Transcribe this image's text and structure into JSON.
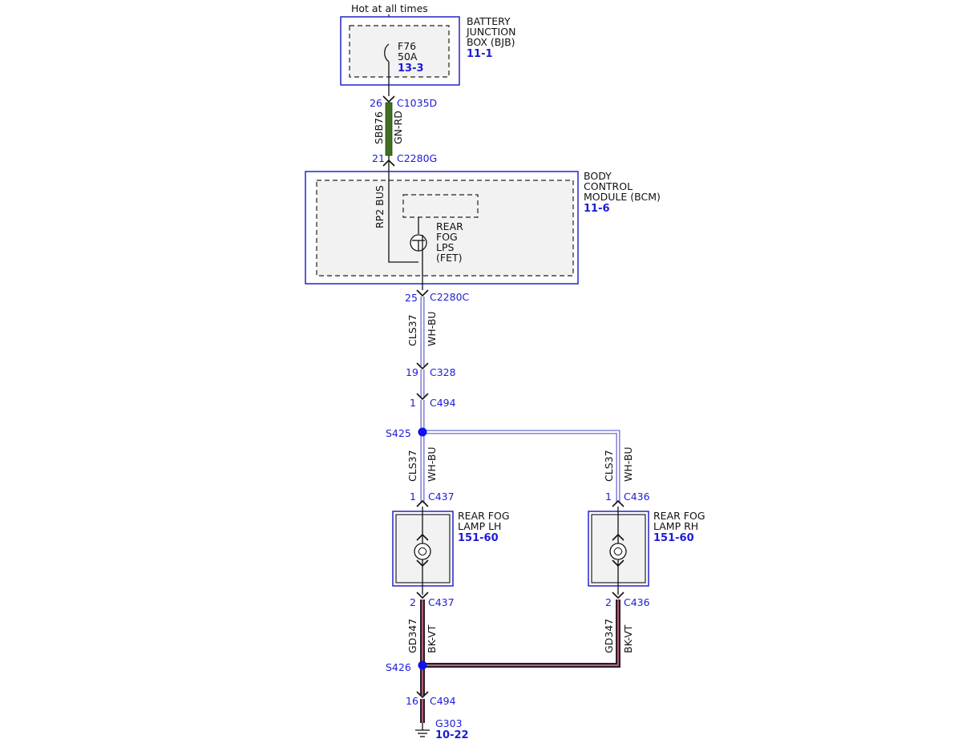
{
  "power": {
    "label": "Hot at all times"
  },
  "bjb": {
    "name_lines": [
      "BATTERY",
      "JUNCTION",
      "BOX (BJB)"
    ],
    "ref": "11-1",
    "fuse": {
      "id": "F76",
      "rating": "50A",
      "ref": "13-3"
    }
  },
  "bcm": {
    "name_lines": [
      "BODY",
      "CONTROL",
      "MODULE (BCM)"
    ],
    "ref": "11-6",
    "bus_label": "RP2 BUS",
    "output_lines": [
      "REAR",
      "FOG",
      "LPS",
      "(FET)"
    ]
  },
  "connectors": {
    "c1035d": {
      "pin": "26",
      "name": "C1035D"
    },
    "c2280g": {
      "pin": "21",
      "name": "C2280G"
    },
    "c2280c": {
      "pin": "25",
      "name": "C2280C"
    },
    "c328": {
      "pin": "19",
      "name": "C328"
    },
    "c494_top": {
      "pin": "1",
      "name": "C494"
    },
    "c437_top": {
      "pin": "1",
      "name": "C437"
    },
    "c436_top": {
      "pin": "1",
      "name": "C436"
    },
    "c437_bot": {
      "pin": "2",
      "name": "C437"
    },
    "c436_bot": {
      "pin": "2",
      "name": "C436"
    },
    "c494_bot": {
      "pin": "16",
      "name": "C494"
    }
  },
  "wires": {
    "sbb76": {
      "circuit": "SBB76",
      "color": "GN-RD",
      "hex": "#3f6e1f"
    },
    "cls37_a": {
      "circuit": "CLS37",
      "color": "WH-BU"
    },
    "cls37_b": {
      "circuit": "CLS37",
      "color": "WH-BU"
    },
    "cls37_c": {
      "circuit": "CLS37",
      "color": "WH-BU"
    },
    "gd347_a": {
      "circuit": "GD347",
      "color": "BK-VT"
    },
    "gd347_b": {
      "circuit": "GD347",
      "color": "BK-VT"
    },
    "wh_bu_edge_hex": "#6b6bd6",
    "bk_vt_hex": "#2a1d24",
    "bk_vt_stripe_hex": "#e07aa8"
  },
  "splices": {
    "s425": {
      "name": "S425"
    },
    "s426": {
      "name": "S426"
    },
    "dot_hex": "#1111ee"
  },
  "lamps": {
    "lh": {
      "name_lines": [
        "REAR FOG",
        "LAMP LH"
      ],
      "ref": "151-60"
    },
    "rh": {
      "name_lines": [
        "REAR FOG",
        "LAMP RH"
      ],
      "ref": "151-60"
    }
  },
  "ground": {
    "name": "G303",
    "ref": "10-22"
  }
}
